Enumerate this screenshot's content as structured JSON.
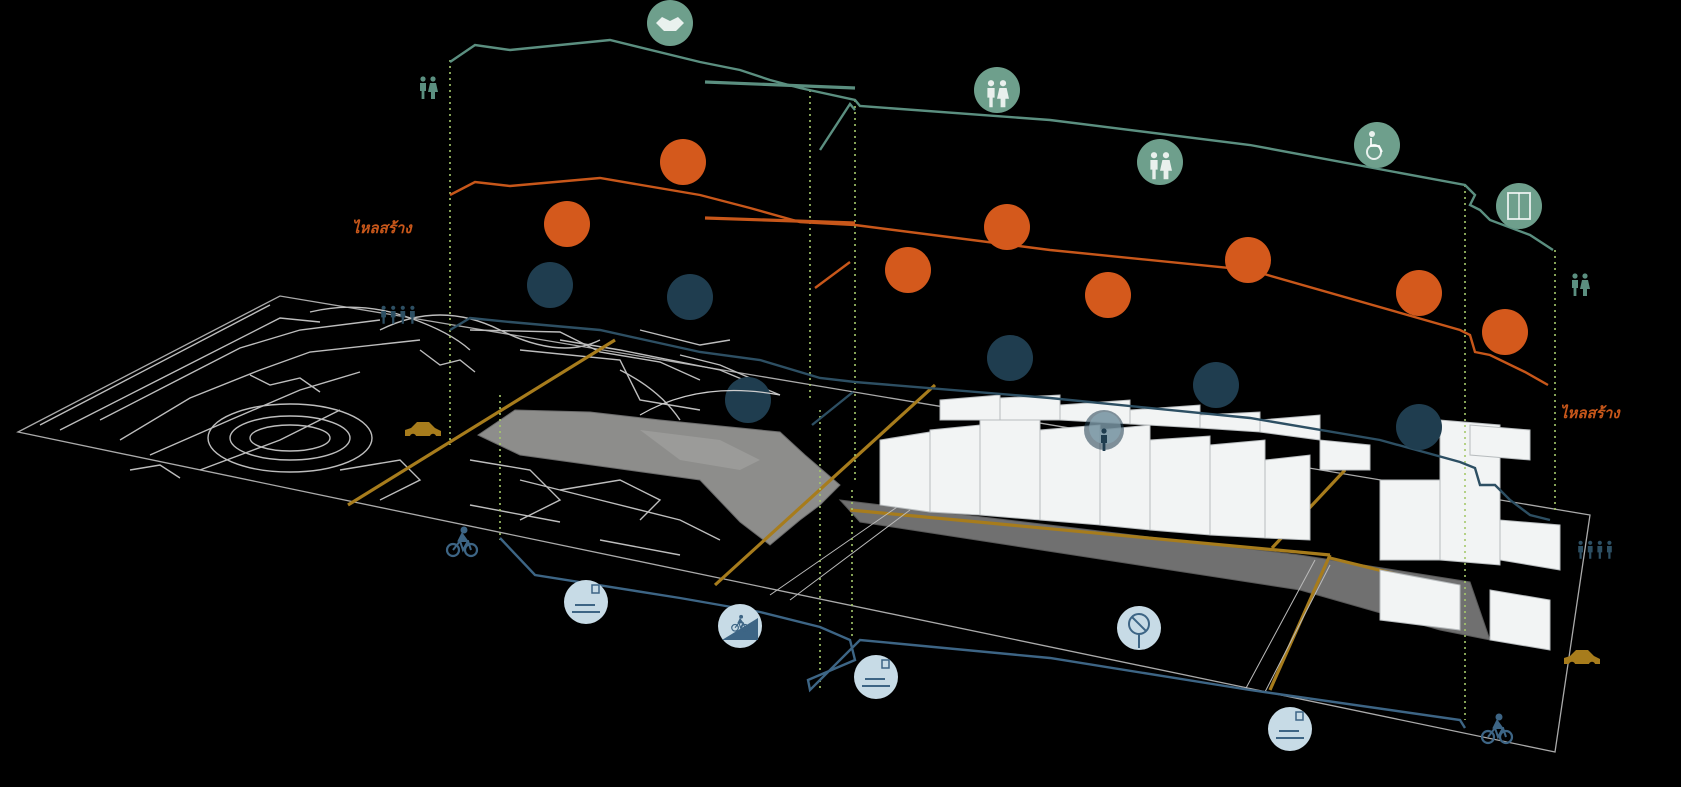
{
  "colors": {
    "background": "#000000",
    "teal_line": "#5b8f80",
    "teal_badge": "#6e9f8c",
    "orange_line": "#c8571a",
    "orange_dot": "#d4591c",
    "navy_line": "#2d4f63",
    "navy_dot": "#1f3d4f",
    "blue_line": "#3d6585",
    "light_badge": "#c7dbe6",
    "road_gold": "#a77c1c",
    "map_lines": "#bdbdbd",
    "plaza_gray": "#8d8d8b",
    "building_white": "#f2f4f4",
    "guide_dots": "#a5c86b"
  },
  "labels": {
    "orange_left": "ไหลสร้าง",
    "orange_right": "ไหลสร้าง"
  },
  "layers": [
    {
      "id": "pedestrian",
      "color": "teal",
      "icon": "pedestrian-couple-icon"
    },
    {
      "id": "density",
      "color": "orange",
      "icon": "orange-dot"
    },
    {
      "id": "people",
      "color": "navy",
      "icon": "crowd-icon"
    },
    {
      "id": "cycling",
      "color": "blue",
      "icon": "cyclist-icon"
    }
  ],
  "badges": {
    "teal": [
      "handshake-icon",
      "elderly-couple-icon",
      "group-icon",
      "wheelchair-icon",
      "elevator-icon"
    ],
    "blue": [
      "bike-parking-icon",
      "uphill-cyclist-icon",
      "bike-parking-icon",
      "no-cycling-sign-icon",
      "bike-parking-icon"
    ]
  }
}
